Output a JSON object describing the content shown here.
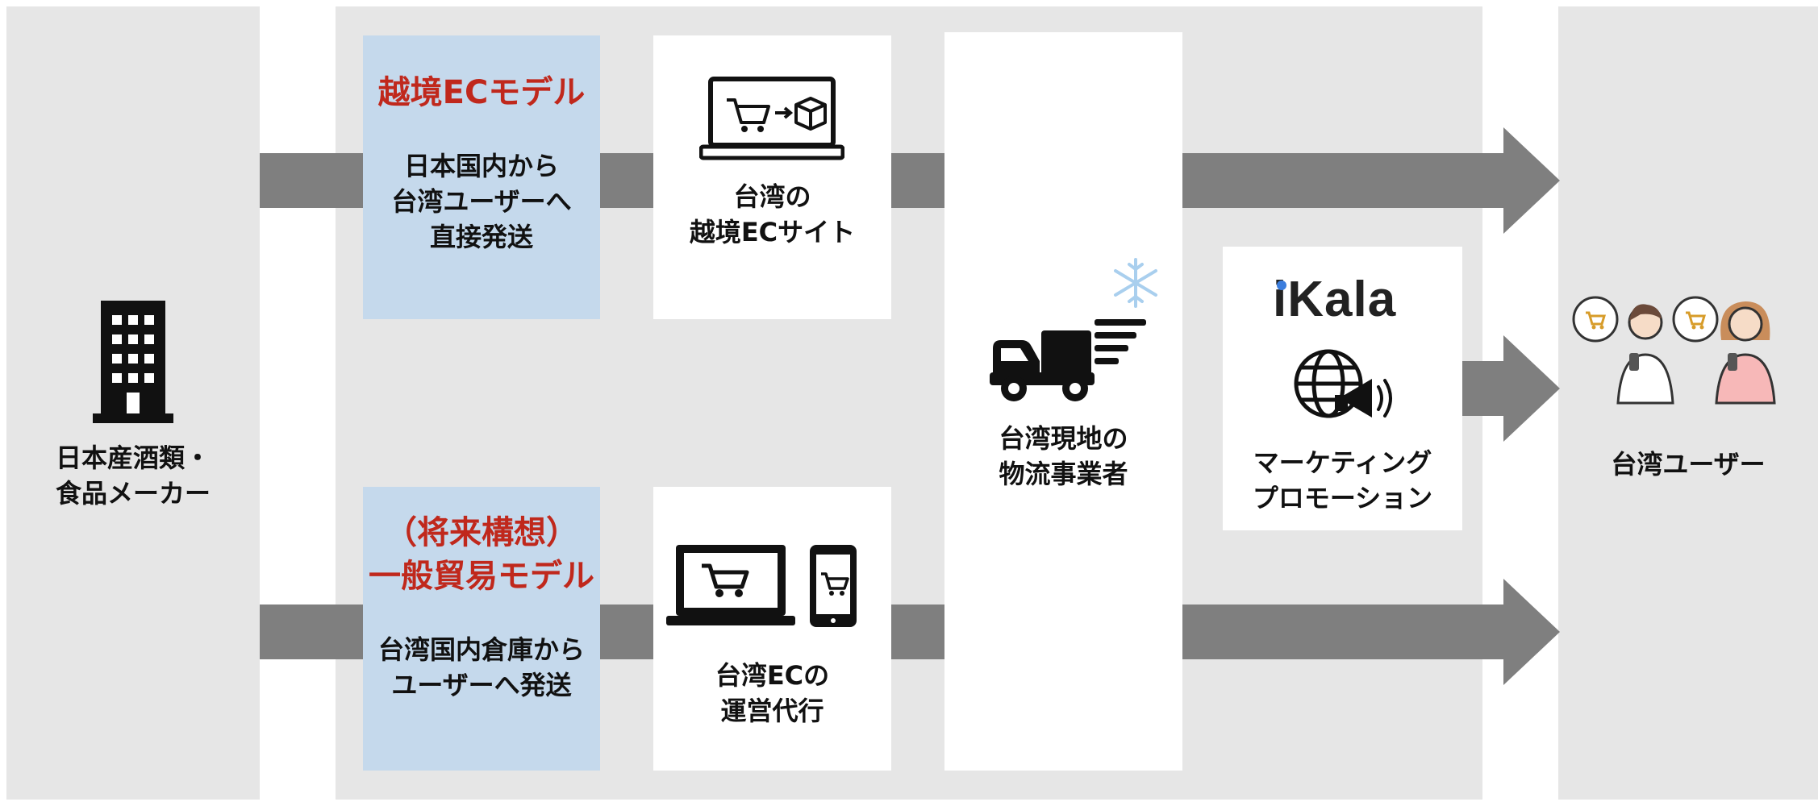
{
  "maker": {
    "label": "日本産酒類・\n食品メーカー"
  },
  "cross_border": {
    "model_title": "越境ECモデル",
    "model_desc": "日本国内から\n台湾ユーザーへ\n直接発送",
    "site_label": "台湾の\n越境ECサイト"
  },
  "general_trade": {
    "model_title": "（将来構想）\n一般貿易モデル",
    "model_desc": "台湾国内倉庫から\nユーザーへ発送",
    "ops_label": "台湾ECの\n運営代行"
  },
  "logistics": {
    "label": "台湾現地の\n物流事業者"
  },
  "marketing": {
    "logo_text": "iKala",
    "label": "マーケティング\nプロモーション"
  },
  "users": {
    "label": "台湾ユーザー"
  },
  "colors": {
    "panel": "#e6e6e6",
    "blue_box": "#c5d9ec",
    "arrow": "#7f7f7f",
    "accent_red": "#c0281c",
    "ikala_dot": "#3b7ddd",
    "snowflake": "#a9cfee"
  }
}
